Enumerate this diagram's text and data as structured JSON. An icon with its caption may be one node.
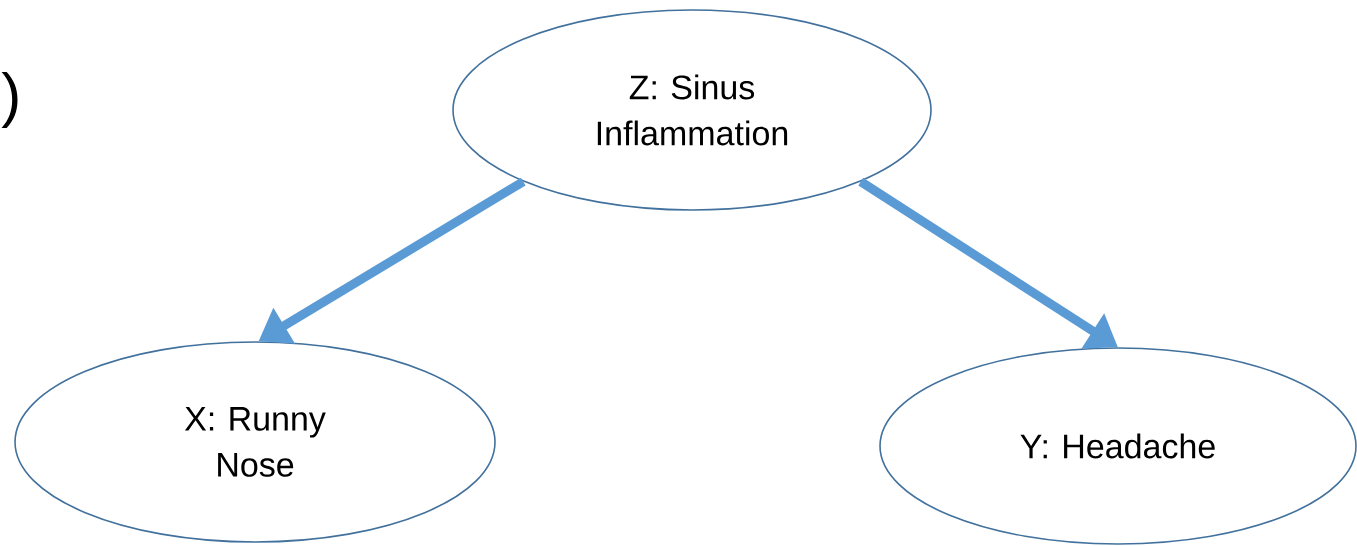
{
  "diagram": {
    "nodes": [
      {
        "text": [
          "Z: Sinus Inflammation"
        ]
      },
      {
        "text": [
          "X: Runny Nose"
        ]
      },
      {
        "text": [
          "Y: Headache"
        ]
      }
    ],
    "edges": [
      {
        "from": 0,
        "to": 1,
        "arrow": "to"
      },
      {
        "from": 0,
        "to": 2,
        "arrow": "to"
      }
    ],
    "labels": [
      ")"
    ]
  }
}
